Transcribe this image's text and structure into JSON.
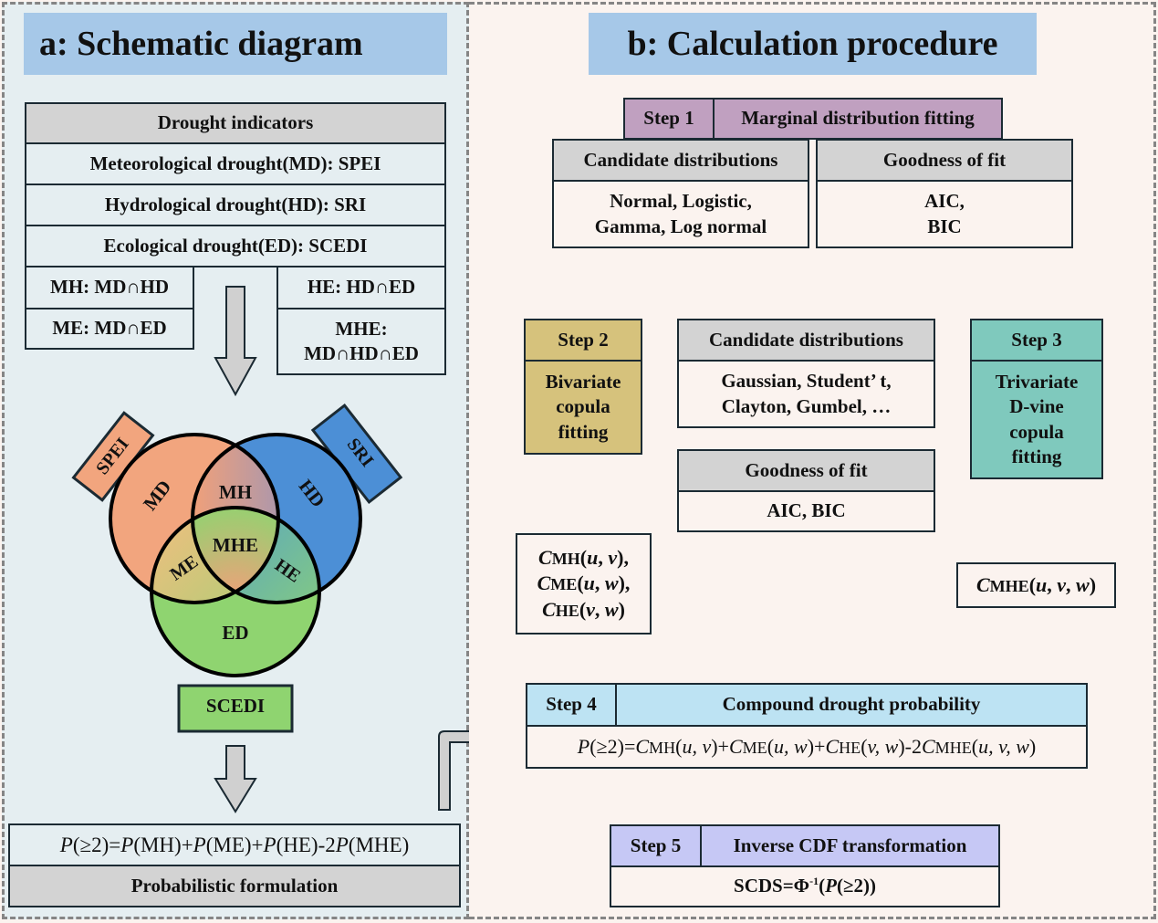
{
  "panel_a": {
    "title": "a: Schematic diagram",
    "indicators_header": "Drought indicators",
    "indicators": [
      "Meteorological drought(MD): SPEI",
      "Hydrological drought(HD): SRI",
      "Ecological drought(ED): SCEDI"
    ],
    "combos_left": [
      "MH: MD∩HD",
      "ME: MD∩ED"
    ],
    "combos_right": [
      "HE: HD∩ED",
      "MHE:",
      "MD∩HD∩ED"
    ],
    "venn": {
      "circles": [
        {
          "label": "MD",
          "color": "#f2a57e"
        },
        {
          "label": "HD",
          "color": "#4c8fd6"
        },
        {
          "label": "ED",
          "color": "#8fd470"
        }
      ],
      "regions": [
        "MH",
        "ME",
        "HE",
        "MHE"
      ],
      "tags": [
        {
          "label": "SPEI",
          "color": "#f2a57e"
        },
        {
          "label": "SRI",
          "color": "#4c8fd6"
        },
        {
          "label": "SCEDI",
          "color": "#8fd470"
        }
      ]
    },
    "formula": {
      "parts": [
        "P",
        "(≥2)=",
        "P",
        "(MH)+",
        "P",
        "(ME)+",
        "P",
        "(HE)-2",
        "P",
        "(MHE)"
      ]
    },
    "formula_label": "Probabilistic formulation"
  },
  "panel_b": {
    "title": "b: Calculation procedure",
    "step1": {
      "tag": "Step 1",
      "label": "Marginal distribution fitting"
    },
    "step1_candidates": {
      "header": "Candidate distributions",
      "body": [
        "Normal, Logistic,",
        "Gamma, Log normal"
      ]
    },
    "step1_gof": {
      "header": "Goodness of fit",
      "body": [
        "AIC,",
        "BIC"
      ]
    },
    "step2": {
      "tag": "Step 2",
      "body": [
        "Bivariate",
        "copula",
        "fitting"
      ]
    },
    "step3": {
      "tag": "Step 3",
      "body": [
        "Trivariate",
        "D-vine",
        "copula",
        "fitting"
      ]
    },
    "copula_candidates": {
      "header": "Candidate distributions",
      "body": [
        "Gaussian, Student’ t,",
        "Clayton, Gumbel, …"
      ]
    },
    "copula_gof": {
      "header": "Goodness of fit",
      "body": "AIC, BIC"
    },
    "bivariate_outputs": [
      {
        "C": "C",
        "sub": "MH",
        "args": [
          "u",
          "v"
        ]
      },
      {
        "C": "C",
        "sub": "ME",
        "args": [
          "u",
          "w"
        ]
      },
      {
        "C": "C",
        "sub": "HE",
        "args": [
          "v",
          "w"
        ]
      }
    ],
    "trivariate_output": {
      "C": "C",
      "sub": "MHE",
      "args": [
        "u",
        "v",
        "w"
      ]
    },
    "step4": {
      "tag": "Step 4",
      "label": "Compound drought probability"
    },
    "step4_formula": {
      "P": "P",
      "lhs": "(≥2)=",
      "terms": [
        {
          "sub": "MH",
          "args": "u, v",
          "op": "+"
        },
        {
          "sub": "ME",
          "args": "u, w",
          "op": "+"
        },
        {
          "sub": "HE",
          "args": "v, w",
          "op": "-2"
        },
        {
          "sub": "MHE",
          "args": "u, v, w",
          "op": ""
        }
      ]
    },
    "step5": {
      "tag": "Step 5",
      "label": "Inverse CDF transformation"
    },
    "step5_formula": {
      "lhs": "SCDS=Φ",
      "sup": "-1",
      "open": "(",
      "P": "P",
      "rest": "(≥2))"
    }
  },
  "colors": {
    "panel_a_bg": "#e5eef1",
    "panel_b_bg": "#fbf3ef",
    "title_bg": "#a6c8e8",
    "header_gray": "#d3d3d3",
    "step1": "#c0a0c0",
    "step2": "#d6c27c",
    "step3": "#7fc9bd",
    "step4": "#bde3f3",
    "step5": "#c6c8f5"
  }
}
